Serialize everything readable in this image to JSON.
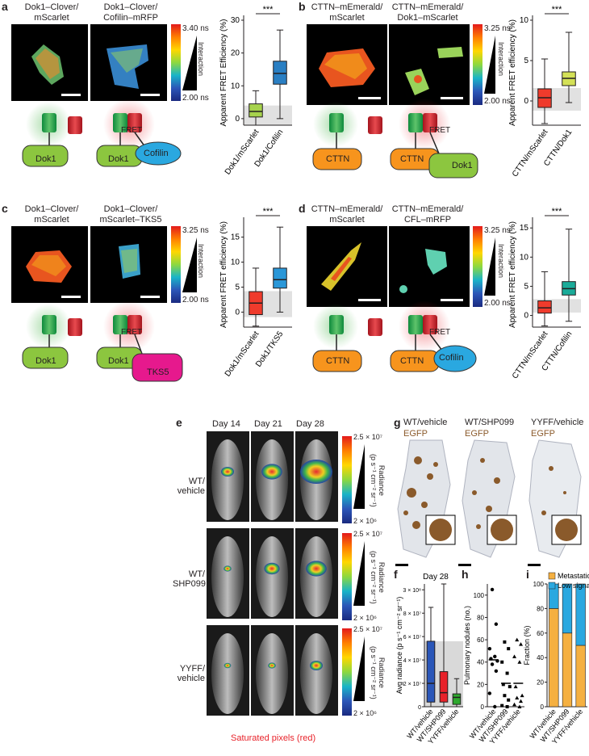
{
  "a": {
    "label": "a",
    "title1": "Dok1–Clover/\nmScarlet",
    "title2": "Dok1–Clover/\nCofilin–mRFP",
    "cbar_top": "3.40 ns",
    "cbar_bottom": "2.00 ns",
    "cbar_side": "Interaction",
    "schem": {
      "fret": "FRET",
      "left": "Dok1",
      "right_a": "Dok1",
      "right_b": "Cofilin"
    }
  },
  "b": {
    "label": "b",
    "title1": "CTTN–mEmerald/\nmScarlet",
    "title2": "CTTN–mEmerald/\nDok1–mScarlet",
    "cbar_top": "3.25 ns",
    "cbar_bottom": "2.00 ns",
    "cbar_side": "Interaction",
    "schem": {
      "fret": "FRET",
      "left": "CTTN",
      "right_a": "CTTN",
      "right_b": "Dok1"
    }
  },
  "c": {
    "label": "c",
    "title1": "Dok1–Clover/\nmScarlet",
    "title2": "Dok1–Clover/\nmScarlet–TKS5",
    "cbar_top": "3.25 ns",
    "cbar_bottom": "2.00 ns",
    "cbar_side": "Interaction",
    "schem": {
      "fret": "FRET",
      "left": "Dok1",
      "right_a": "Dok1",
      "right_b": "TKS5"
    }
  },
  "d": {
    "label": "d",
    "title1": "CTTN–mEmerald/\nmScarlet",
    "title2": "CTTN–mEmerald/\nCFL–mRFP",
    "cbar_top": "3.25 ns",
    "cbar_bottom": "2.00 ns",
    "cbar_side": "Interaction",
    "schem": {
      "fret": "FRET",
      "left": "CTTN",
      "right_a": "CTTN",
      "right_b": "Cofilin"
    }
  },
  "e": {
    "label": "e",
    "days": [
      "Day 14",
      "Day 21",
      "Day 28"
    ],
    "rows": [
      "WT/\nvehicle",
      "WT/\nSHP099",
      "YYFF/\nvehicle"
    ],
    "cbar_top": "2.5 × 10⁷",
    "cbar_bottom": "2 × 10⁶",
    "cbar_side": "Radiance\n(p s⁻¹ cm⁻² sr⁻¹)",
    "footer": "Saturated pixels (red)"
  },
  "g": {
    "label": "g",
    "titles": [
      "WT/vehicle",
      "WT/SHP099",
      "YYFF/vehicle"
    ],
    "stain": "EGFP"
  },
  "chart_data": [
    {
      "panel": "a",
      "type": "box",
      "categories": [
        "Dok1/mScarlet",
        "Dok1/Cofilin"
      ],
      "colors": [
        "#a6d24c",
        "#2a7fc3"
      ],
      "ylabel": "Apparent FRET Efficiency (%)",
      "ylim": [
        -2,
        30
      ],
      "yticks": [
        0,
        10,
        20,
        30
      ],
      "boxes": [
        {
          "min": -2,
          "q1": 0.5,
          "median": 2.2,
          "q3": 4.5,
          "max": 8.5
        },
        {
          "min": 0,
          "q1": 10.5,
          "median": 13.8,
          "q3": 17.5,
          "max": 27
        }
      ],
      "shade": [
        -2,
        4
      ],
      "significance": "***"
    },
    {
      "panel": "b",
      "type": "box",
      "categories": [
        "CTTN/mScarlet",
        "CTTN/Dok1"
      ],
      "colors": [
        "#ef3b2c",
        "#d4e157"
      ],
      "ylabel": "Apparent FRET efficiency (%)",
      "ylim": [
        -3,
        10
      ],
      "yticks": [
        0,
        5,
        10
      ],
      "boxes": [
        {
          "min": -2.8,
          "q1": -0.8,
          "median": 0.4,
          "q3": 1.5,
          "max": 5.2
        },
        {
          "min": -0.2,
          "q1": 1.9,
          "median": 2.8,
          "q3": 3.6,
          "max": 8.5
        }
      ],
      "shade": [
        -1.2,
        1.6
      ],
      "significance": "***"
    },
    {
      "panel": "c",
      "type": "box",
      "categories": [
        "Dok1/mScarlet",
        "Dok1/TKS5"
      ],
      "colors": [
        "#ef3b2c",
        "#2a97d8"
      ],
      "ylabel": "Apparent FRET efficiency (%)",
      "ylim": [
        -3,
        18
      ],
      "yticks": [
        0,
        5,
        10,
        15
      ],
      "boxes": [
        {
          "min": -2.8,
          "q1": -0.5,
          "median": 1.8,
          "q3": 4.1,
          "max": 8.8
        },
        {
          "min": 0,
          "q1": 4.8,
          "median": 6.5,
          "q3": 8.8,
          "max": 17
        }
      ],
      "shade": [
        -1,
        4.2
      ],
      "significance": "***"
    },
    {
      "panel": "d",
      "type": "box",
      "categories": [
        "CTTN/mScarlet",
        "CTTN/Cofilin"
      ],
      "colors": [
        "#ef3b2c",
        "#1aab99"
      ],
      "ylabel": "Apparent FRET efficiency (%)",
      "ylim": [
        -2,
        16
      ],
      "yticks": [
        0,
        5,
        10,
        15
      ],
      "boxes": [
        {
          "min": -1.8,
          "q1": 0.4,
          "median": 1.3,
          "q3": 2.5,
          "max": 7.5
        },
        {
          "min": -1,
          "q1": 3.5,
          "median": 4.6,
          "q3": 5.8,
          "max": 14.8
        }
      ],
      "shade": [
        0.5,
        2.8
      ],
      "significance": "***"
    },
    {
      "panel": "f",
      "type": "box",
      "title": "Day 28",
      "categories": [
        "WT/vehicle",
        "WT/SHP099",
        "YYFF/vehicle"
      ],
      "colors": [
        "#2a56b8",
        "#e8222a",
        "#2ea82e"
      ],
      "ylabel": "Avg radiance\n(p s⁻¹ cm⁻² sr⁻¹)",
      "ytick_labels": [
        "0",
        "2 × 10⁷",
        "4 × 10⁷",
        "6 × 10⁷",
        "8 × 10⁷",
        "3 × 10⁸"
      ],
      "boxes": [
        {
          "min": 0,
          "q1": 0.4,
          "median": 2.0,
          "q3": 5.6,
          "max": 8.5
        },
        {
          "min": 0,
          "q1": 0.4,
          "median": 1.2,
          "q3": 3.0,
          "max": 10.5
        },
        {
          "min": 0,
          "q1": 0.2,
          "median": 0.8,
          "q3": 1.1,
          "max": 2.4
        }
      ],
      "shade": [
        0,
        5.6
      ]
    },
    {
      "panel": "h",
      "type": "scatter",
      "categories": [
        "WT/vehicle",
        "WT/SHP099",
        "YYFF/vehicle"
      ],
      "ylabel": "Pulmonary nodules (no.)",
      "ylim": [
        0,
        110
      ],
      "yticks": [
        0,
        20,
        40,
        60,
        80,
        100
      ],
      "markers": [
        "circle",
        "square",
        "triangle"
      ],
      "points": [
        [
          105,
          74,
          52,
          45,
          43,
          41,
          38,
          32,
          12,
          0
        ],
        [
          58,
          52,
          40,
          30,
          20,
          18,
          10,
          6,
          1,
          0
        ],
        [
          60,
          56,
          45,
          40,
          18,
          10,
          8,
          5,
          2,
          0
        ]
      ],
      "medians": [
        42,
        21,
        21
      ]
    },
    {
      "panel": "i",
      "type": "stacked_bar",
      "categories": [
        "WT/vehicle",
        "WT/SHP099",
        "YYFF/vehicle"
      ],
      "ylabel": "Fraction (%)",
      "ylim": [
        0,
        100
      ],
      "yticks": [
        0,
        20,
        40,
        60,
        80,
        100
      ],
      "series": [
        {
          "name": "Metastatic",
          "color": "#f5b041",
          "values": [
            80,
            60,
            50
          ]
        },
        {
          "name": "Low signal",
          "color": "#2aa8e0",
          "values": [
            20,
            40,
            50
          ]
        }
      ]
    }
  ]
}
